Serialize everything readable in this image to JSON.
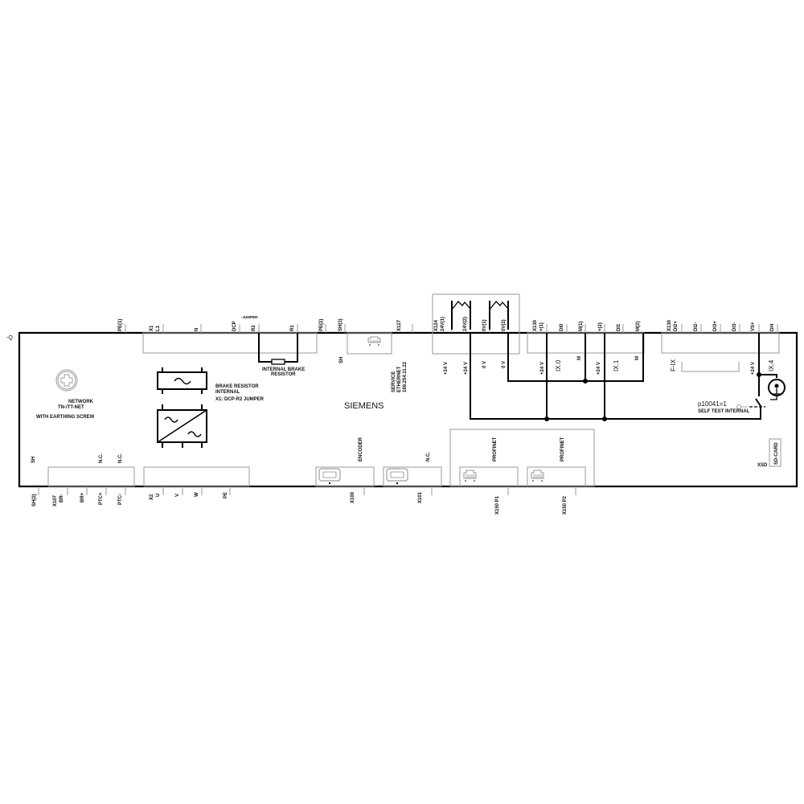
{
  "device": {
    "designation": "-Q",
    "brand": "SIEMENS",
    "colors": {
      "line": "#000000",
      "frame": "#9a9a9a",
      "background": "#ffffff"
    }
  },
  "top_terminals": {
    "pe1": "PE(1)",
    "x1": "X1",
    "l1": "L1",
    "n": "N",
    "dcp": "DCP",
    "r2": "R2",
    "r1": "R1",
    "jumper": "-JUMPER-",
    "pe2": "PE(2)",
    "sh1": "SH(1)",
    "x127": "X127",
    "x124": "X124",
    "v24_1": "24V(1)",
    "v24_2": "24V(2)",
    "v0_1": "0V(1)",
    "v0_2": "0V(2)",
    "x130a": "X130",
    "plus1": "+(1)",
    "di0": "DI0",
    "m1": "M(1)",
    "plus2": "+(2)",
    "di1": "DI1",
    "m2": "M(2)",
    "x130b": "X130",
    "di2p": "DI2+",
    "di2m": "DI2-",
    "di3p": "DI3+",
    "di3m": "DI3-",
    "vsp": "VS+",
    "di4": "DI4"
  },
  "inner_labels": {
    "internal_brake_resistor": [
      "INTERNAL BRAKE",
      "RESISTOR"
    ],
    "sh": "SH",
    "service_ethernet": [
      "SERVICE",
      "ETHERNET",
      "169.254.11.22"
    ],
    "p24_a": "+24 V",
    "p24_b": "+24 V",
    "zero_a": "0 V",
    "zero_b": "0 V",
    "p24_c": "+24 V",
    "ix0": "IX.0",
    "m_a": "M",
    "p24_d": "+24 V",
    "ix1": "IX.1",
    "m_b": "M",
    "fix": "F-IX",
    "p24_e": "+24 V",
    "ix4": "IX.4",
    "network": [
      "NETWORK",
      "TN-/TT-NET",
      "WITH EARTHING SCREW"
    ],
    "brake_resistor_note": [
      "BRAKE RESISTOR",
      "INTERNAL",
      "X1: DCP-R2 JUMPER"
    ],
    "self_test_param": "p10041=1",
    "self_test_label": "SELF TEST INTERNAL",
    "sd_card": "SD-CARD",
    "xsd": "XSD",
    "sh_bottom": "SH",
    "nc1": "N.C.",
    "nc2": "N.C.",
    "encoder": "ENCODER",
    "nc3": "N.C.",
    "profinet1": "PROFINET",
    "profinet2": "PROFINET"
  },
  "bottom_terminals": {
    "sh2": "SH(2)",
    "x107": "X107",
    "br_minus": "BR-",
    "br_plus": "BR+",
    "ptc_plus": "PTC+",
    "ptc_minus": "PTC-",
    "x2": "X2",
    "u": "U",
    "v": "V",
    "w": "W",
    "pe": "PE",
    "x100": "X100",
    "x101": "X101",
    "x150p1": "X150 P1",
    "x150p2": "X150 P2"
  },
  "icons": {
    "earthing_screw": "earthing-screw-icon",
    "ac_filter": "ac-filter-icon",
    "converter": "ac-ac-converter-icon",
    "rj45": "rj45-port-icon",
    "encoder_port": "encoder-port-icon",
    "sensor": "sensor-icon"
  }
}
